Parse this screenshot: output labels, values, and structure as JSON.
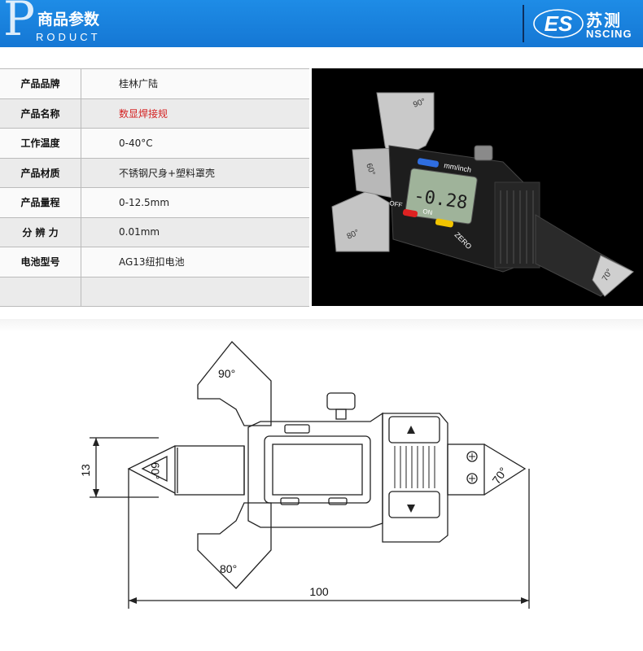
{
  "header": {
    "letter": "P",
    "title": "商品参数",
    "subtitle": "RODUCT",
    "brand_cn": "苏测",
    "brand_en": "NSCING",
    "brand_mark": "ES"
  },
  "specs": [
    {
      "label": "产品品牌",
      "value": "桂林广陆",
      "highlight": false
    },
    {
      "label": "产品名称",
      "value": "数显焊接规",
      "highlight": true
    },
    {
      "label": "工作温度",
      "value": "0-40°C",
      "highlight": false
    },
    {
      "label": "产品材质",
      "value": "不锈钢尺身+塑料罩壳",
      "highlight": false
    },
    {
      "label": "产品量程",
      "value": "0-12.5mm",
      "highlight": false
    },
    {
      "label": "分 辨 力",
      "value": "0.01mm",
      "highlight": false
    },
    {
      "label": "电池型号",
      "value": "AG13纽扣电池",
      "highlight": false
    },
    {
      "label": "",
      "value": "",
      "highlight": false
    }
  ],
  "photo": {
    "display": "-0.28",
    "display_unit": "mm",
    "mode_label": "mm/inch",
    "off_label": "OFF",
    "on_label": "ON",
    "zero_label": "ZERO",
    "angle_top": "90°",
    "angle_left": "60°",
    "angle_bottom": "80°",
    "angle_right": "70°"
  },
  "drawing": {
    "angle_top": "90°",
    "angle_left": "60°",
    "angle_bottom": "80°",
    "angle_right": "70°",
    "dim_height": "13",
    "dim_length": "100"
  },
  "colors": {
    "banner": "#1577d4",
    "highlight": "#d42222"
  }
}
